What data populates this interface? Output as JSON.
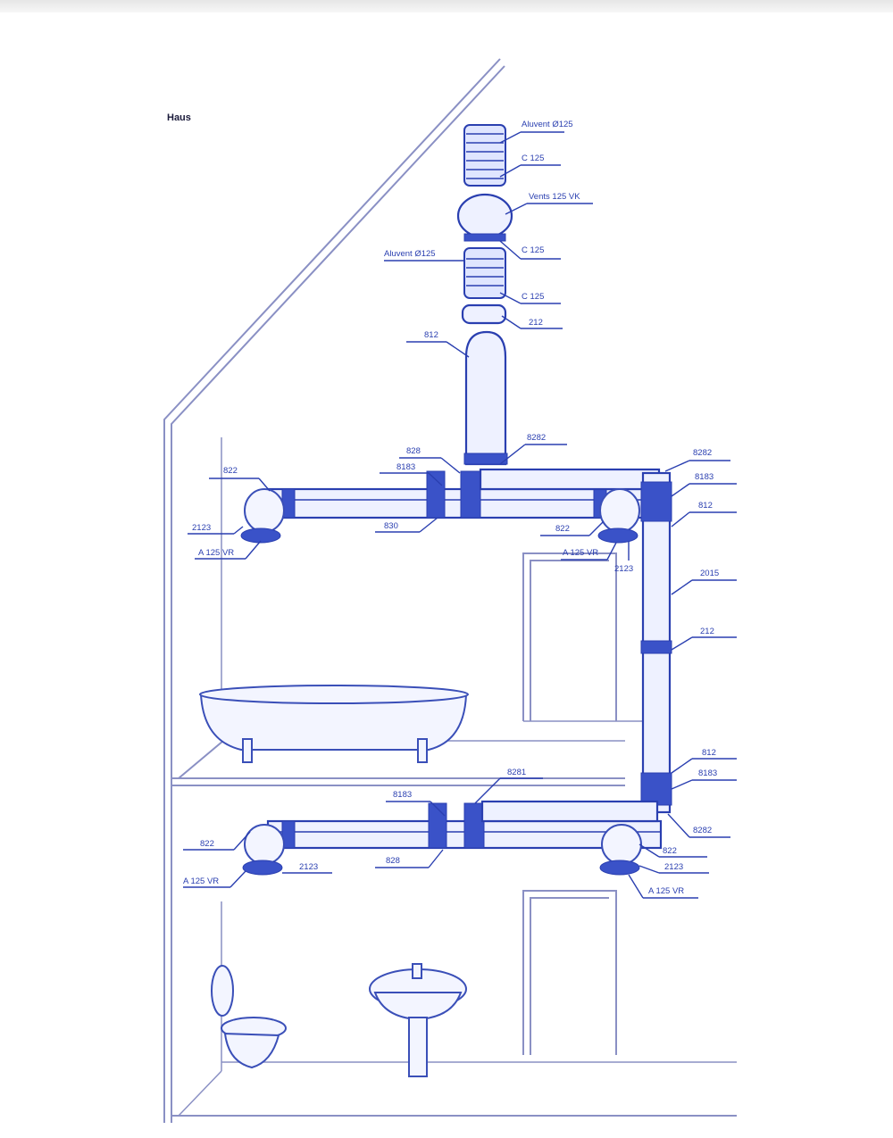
{
  "title": "Haus",
  "colors": {
    "line": "#2a3fb0",
    "wall": "#8a90c4",
    "duct_fill": "#eef1ff"
  },
  "labels": {
    "aluvent_top": "Aluvent Ø125",
    "c125_a": "C 125",
    "vents_125vk": "Vents 125 VK",
    "c125_b": "C 125",
    "aluvent_mid": "Aluvent Ø125",
    "c125_c": "C 125",
    "n212_a": "212",
    "n812_a": "812",
    "n828_a": "828",
    "n8183_a": "8183",
    "n8282_a": "8282",
    "n8282_b": "8282",
    "n8183_b": "8183",
    "n812_b": "812",
    "n822_a": "822",
    "n2123_a": "2123",
    "a125vr_a": "A 125 VR",
    "n830": "830",
    "n822_b": "822",
    "a125vr_b": "A 125 VR",
    "n2123_b": "2123",
    "n2015": "2015",
    "n212_b": "212",
    "n812_c": "812",
    "n8183_c": "8183",
    "n8281": "8281",
    "n8183_d": "8183",
    "n8282_c": "8282",
    "n822_c": "822",
    "a125vr_c": "A 125 VR",
    "n2123_c": "2123",
    "n828_b": "828",
    "n822_d": "822",
    "n2123_d": "2123",
    "a125vr_d": "A 125 VR"
  }
}
